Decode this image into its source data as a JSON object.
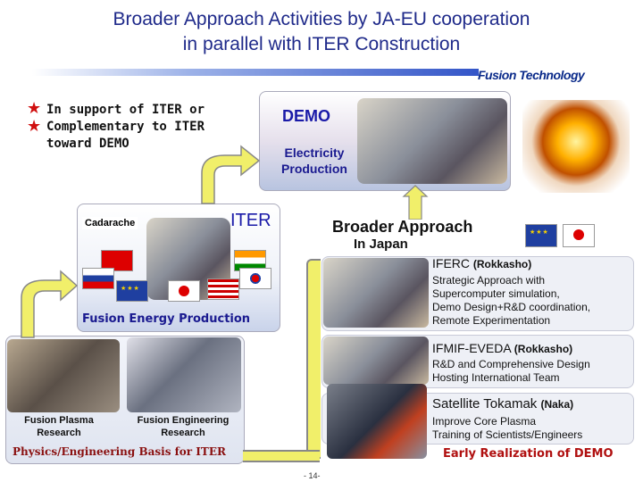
{
  "title": {
    "line1": "Broader Approach Activities by JA-EU cooperation",
    "line2": "in parallel with ITER Construction"
  },
  "logo": {
    "text": "Fusion Technology"
  },
  "support": {
    "line1": "In support of ITER or",
    "line2": "Complementary to ITER",
    "line3": "toward DEMO"
  },
  "demo": {
    "title": "DEMO",
    "sub1": "Electricity",
    "sub2": "Production"
  },
  "iter": {
    "title": "ITER",
    "site": "Cadarache",
    "caption": "Fusion Energy Production"
  },
  "ba": {
    "title": "Broader Approach",
    "sub": "In Japan"
  },
  "iferc": {
    "name": "IFERC",
    "site": "(Rokkasho)",
    "d1": "Strategic Approach with",
    "d2": "Supercomputer simulation,",
    "d3": "Demo Design+R&D coordination,",
    "d4": "Remote Experimentation"
  },
  "ifmif": {
    "name": "IFMIF-EVEDA",
    "site": "(Rokkasho)",
    "d1": "R&D and Comprehensive Design",
    "d2": "Hosting International Team"
  },
  "satellite": {
    "name": "Satellite Tokamak",
    "site": "(Naka)",
    "d1": "Improve Core Plasma",
    "d2": "Training of Scientists/Engineers",
    "tag": "Early Realization of DEMO"
  },
  "research": {
    "plasma1": "Fusion Plasma",
    "plasma2": "Research",
    "eng1": "Fusion Engineering",
    "eng2": "Research",
    "basis": "Physics/Engineering Basis for ITER"
  },
  "footer": {
    "page": "- 14-"
  },
  "colors": {
    "title": "#1f2a8a",
    "accent_red": "#d01010",
    "bracket": "#f1ef6a",
    "eu_blue": "#1f3fa0"
  }
}
